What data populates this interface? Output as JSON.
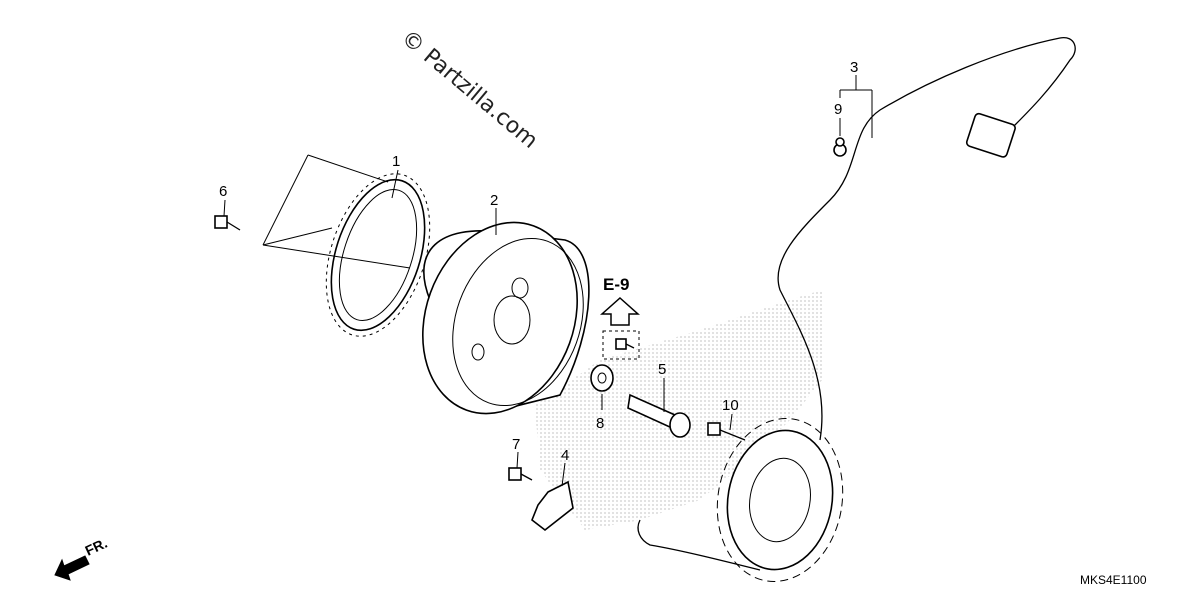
{
  "watermark": "© Partzilla.com",
  "reference_label": "E-9",
  "diagram_code": "MKS4E1100",
  "front_label": "FR.",
  "callouts": {
    "c1": "1",
    "c2": "2",
    "c3": "3",
    "c4": "4",
    "c5": "5",
    "c6": "6",
    "c7": "7",
    "c8": "8",
    "c9": "9",
    "c10": "10"
  },
  "icons": [
    "front-arrow-icon",
    "up-arrow-icon"
  ]
}
